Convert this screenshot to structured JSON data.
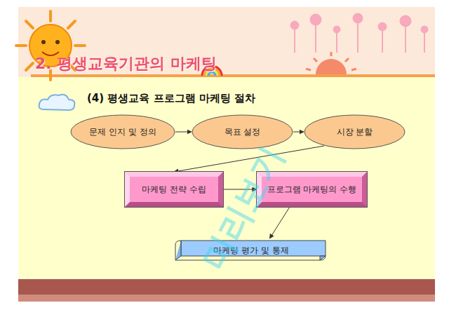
{
  "diagram": {
    "title": "2. 평생교육기관의 마케팅",
    "nodes": [
      {
        "text": [
          "문제 인지 및 정의"
        ]
      },
      {
        "text": [
          "목표 설정"
        ]
      },
      {
        "text": [
          "시장 분할"
        ]
      },
      {
        "text": [
          "마케팅 전략 수립"
        ]
      },
      {
        "text": [
          "프로그램 마케팅의 수행"
        ]
      },
      {
        "text": [
          "마케팅 평가 및 통제"
        ]
      }
    ],
    "edges": [
      {
        "from": 0,
        "to": 1,
        "arrow": "to"
      },
      {
        "from": 1,
        "to": 2,
        "arrow": "to"
      },
      {
        "from": 2,
        "to": 3,
        "arrow": "to"
      },
      {
        "from": 3,
        "to": 4,
        "arrow": "to"
      },
      {
        "from": 4,
        "to": 5,
        "arrow": "to"
      }
    ],
    "labels": [
      "(4) 평생교육 프로그램 마케팅 절차",
      "미리보기"
    ]
  }
}
